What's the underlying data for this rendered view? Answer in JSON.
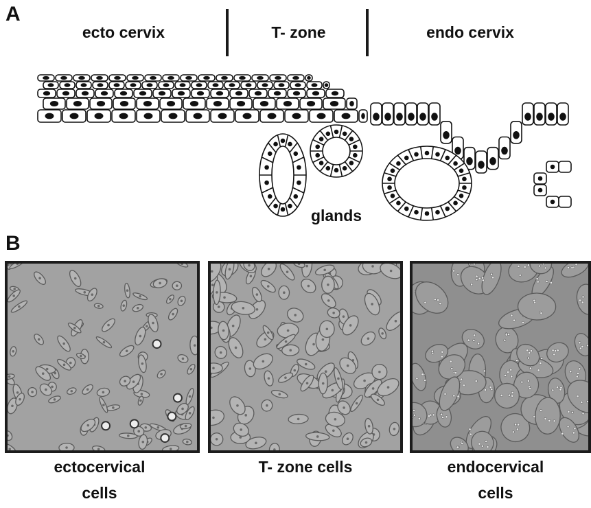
{
  "panel_a": {
    "letter": "A",
    "regions": [
      "ecto cervix",
      "T- zone",
      "endo cervix"
    ],
    "glands_label": "glands"
  },
  "panel_b": {
    "letter": "B",
    "panels": [
      {
        "caption_line1": "ectocervical",
        "caption_line2": "cells"
      },
      {
        "caption_line1": "T- zone cells",
        "caption_line2": ""
      },
      {
        "caption_line1": "endocervical",
        "caption_line2": "cells"
      }
    ]
  }
}
